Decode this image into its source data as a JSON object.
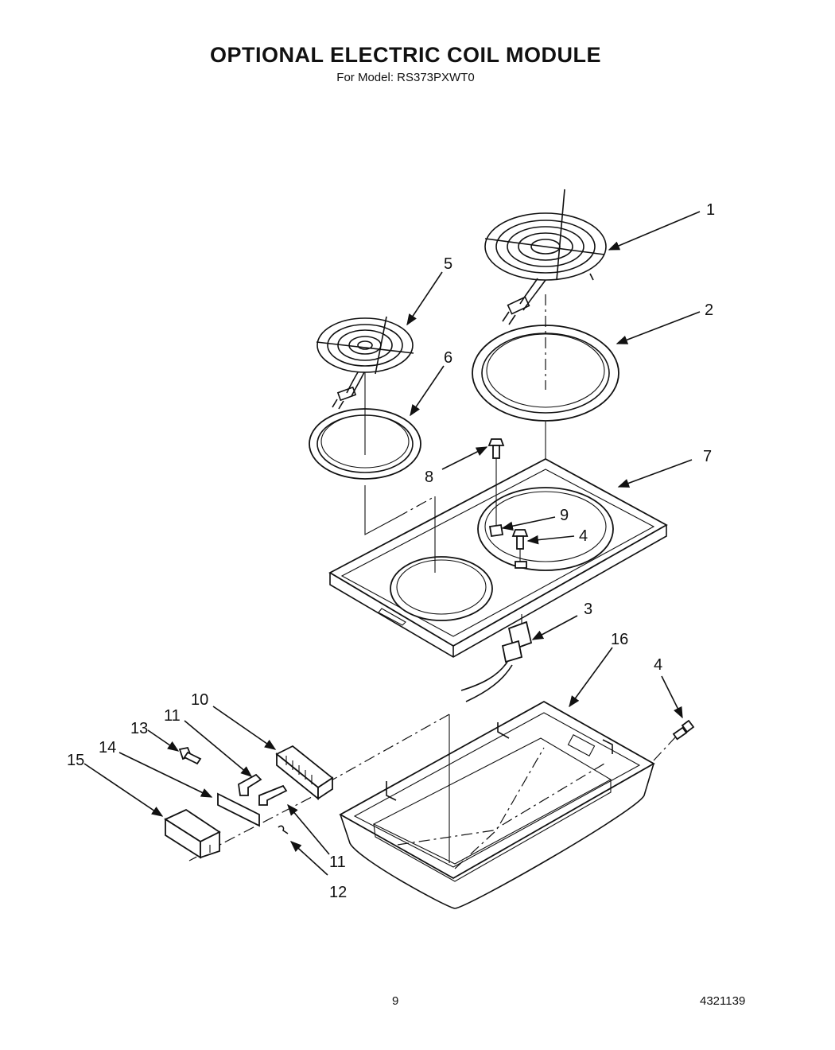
{
  "header": {
    "title": "OPTIONAL ELECTRIC COIL MODULE",
    "subtitle": "For Model: RS373PXWT0"
  },
  "callouts": {
    "c1": "1",
    "c2": "2",
    "c3": "3",
    "c4a": "4",
    "c4b": "4",
    "c5": "5",
    "c6": "6",
    "c7": "7",
    "c8": "8",
    "c9": "9",
    "c10": "10",
    "c11a": "11",
    "c11b": "11",
    "c12": "12",
    "c13": "13",
    "c14": "14",
    "c15": "15",
    "c16": "16"
  },
  "footer": {
    "page_number": "9",
    "document_number": "4321139"
  }
}
